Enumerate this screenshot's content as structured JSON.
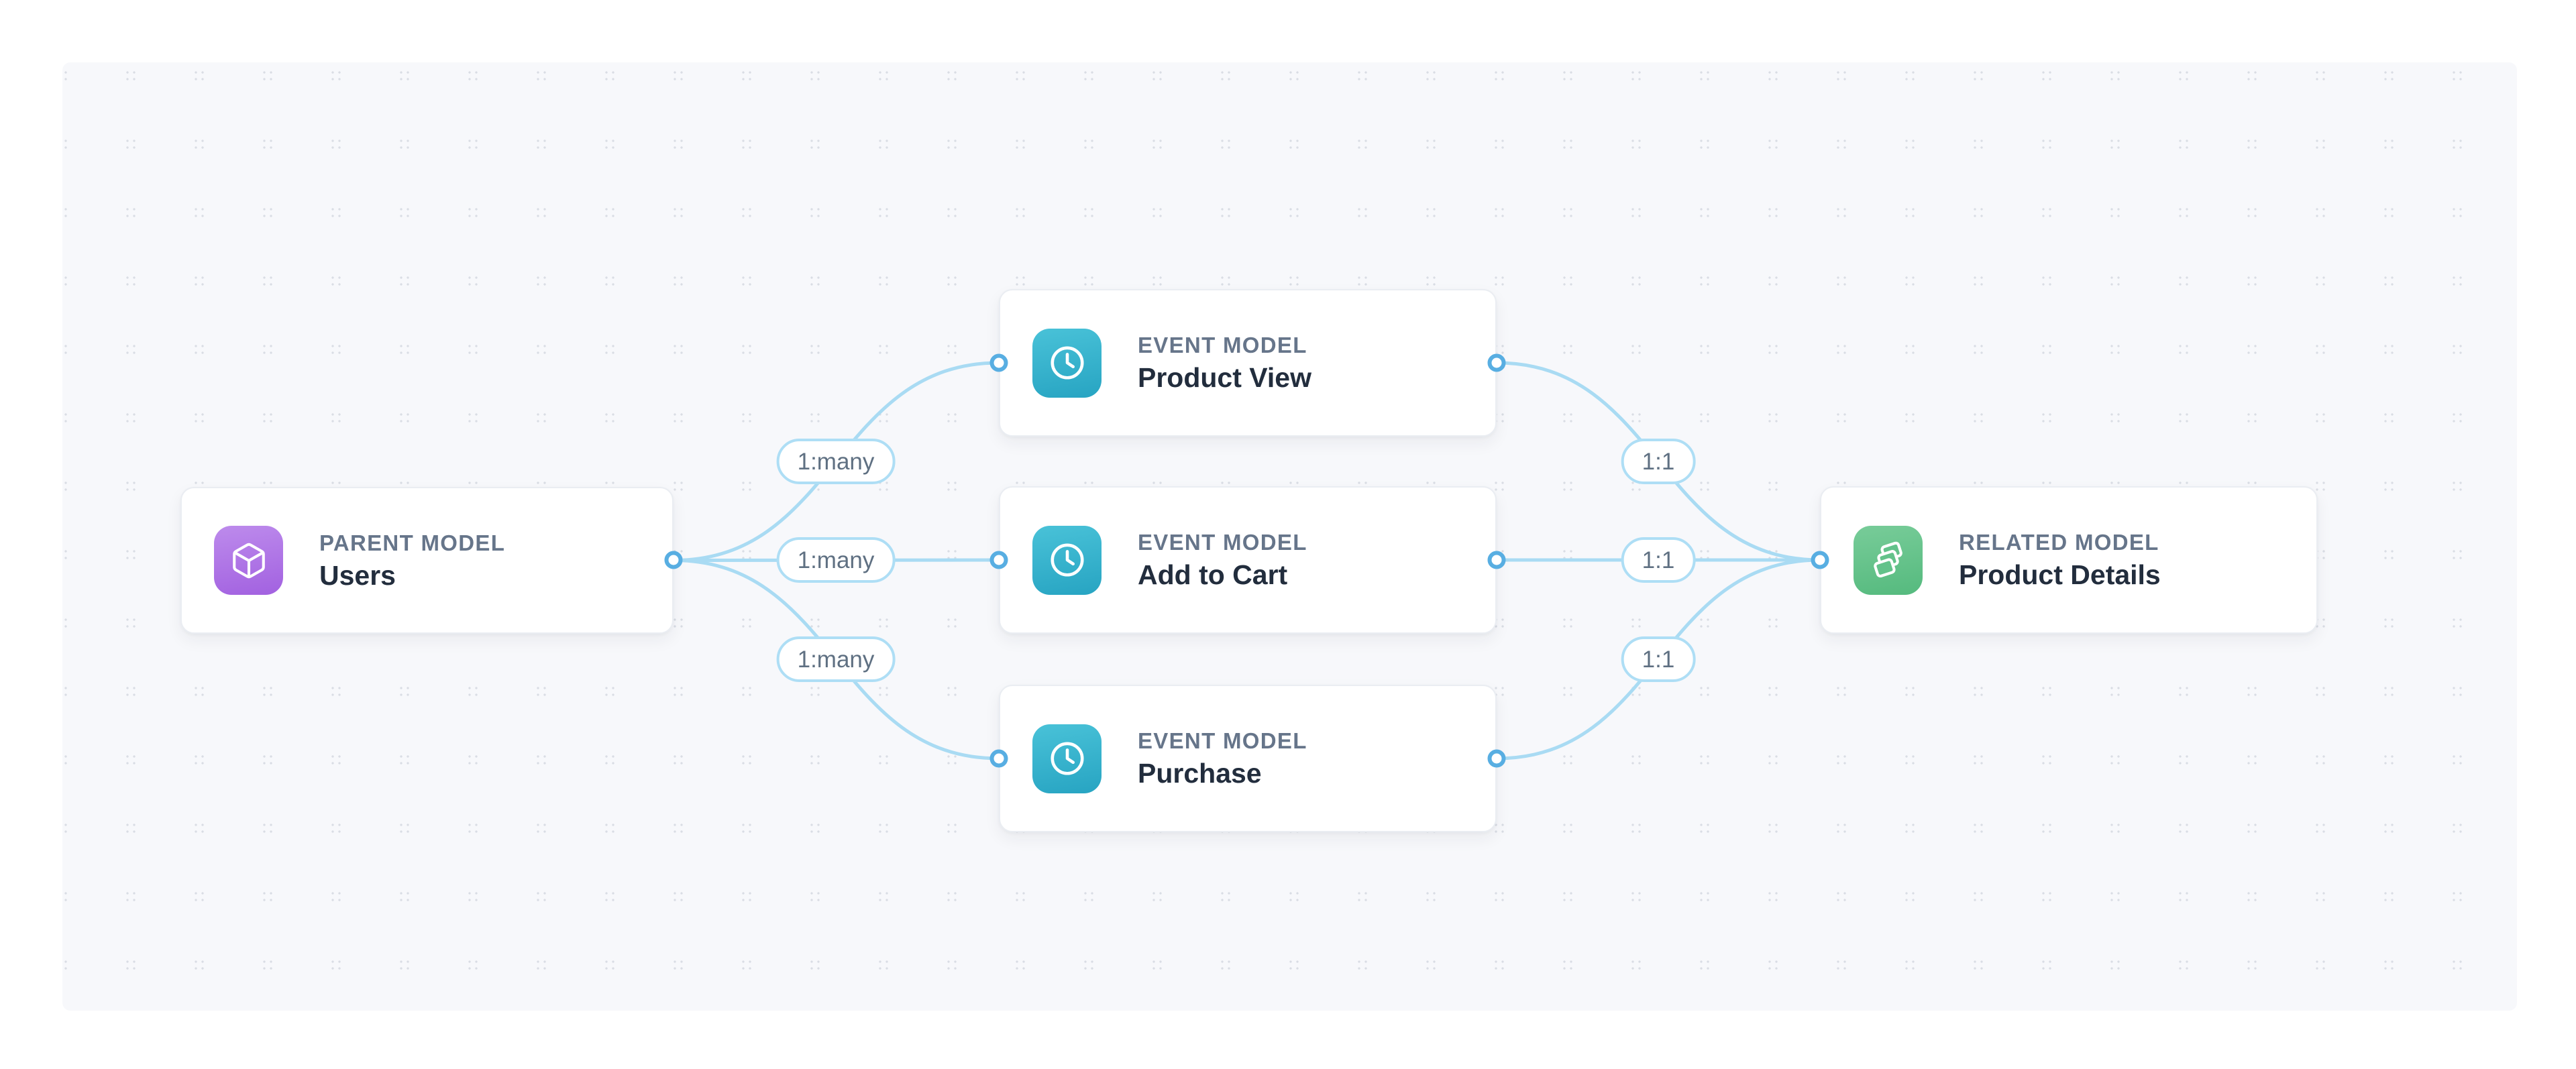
{
  "diagram": {
    "kind": "data-model relationship graph",
    "nodes": [
      {
        "id": "users",
        "label": "PARENT MODEL",
        "title": "Users",
        "icon": "cube-icon",
        "accent": "#a968e3"
      },
      {
        "id": "product-view",
        "label": "EVENT MODEL",
        "title": "Product View",
        "icon": "clock-icon",
        "accent": "#33b0cb"
      },
      {
        "id": "add-to-cart",
        "label": "EVENT MODEL",
        "title": "Add to Cart",
        "icon": "clock-icon",
        "accent": "#33b0cb"
      },
      {
        "id": "purchase",
        "label": "EVENT MODEL",
        "title": "Purchase",
        "icon": "clock-icon",
        "accent": "#33b0cb"
      },
      {
        "id": "product-details",
        "label": "RELATED MODEL",
        "title": "Product Details",
        "icon": "layers-icon",
        "accent": "#63c28a"
      }
    ],
    "edges": [
      {
        "from": "users",
        "to": "product-view",
        "label": "1:many"
      },
      {
        "from": "users",
        "to": "add-to-cart",
        "label": "1:many"
      },
      {
        "from": "users",
        "to": "purchase",
        "label": "1:many"
      },
      {
        "from": "product-view",
        "to": "product-details",
        "label": "1:1"
      },
      {
        "from": "add-to-cart",
        "to": "product-details",
        "label": "1:1"
      },
      {
        "from": "purchase",
        "to": "product-details",
        "label": "1:1"
      }
    ],
    "colors": {
      "canvas_background": "#f7f8fb",
      "grid_dot": "#d9dde4",
      "edge_stroke": "#a9dbf3",
      "handle_border": "#58aee2",
      "pill_border": "#aedef5",
      "pill_text": "#5f7082",
      "node_label_text": "#66758a",
      "node_title_text": "#222d3d"
    }
  }
}
